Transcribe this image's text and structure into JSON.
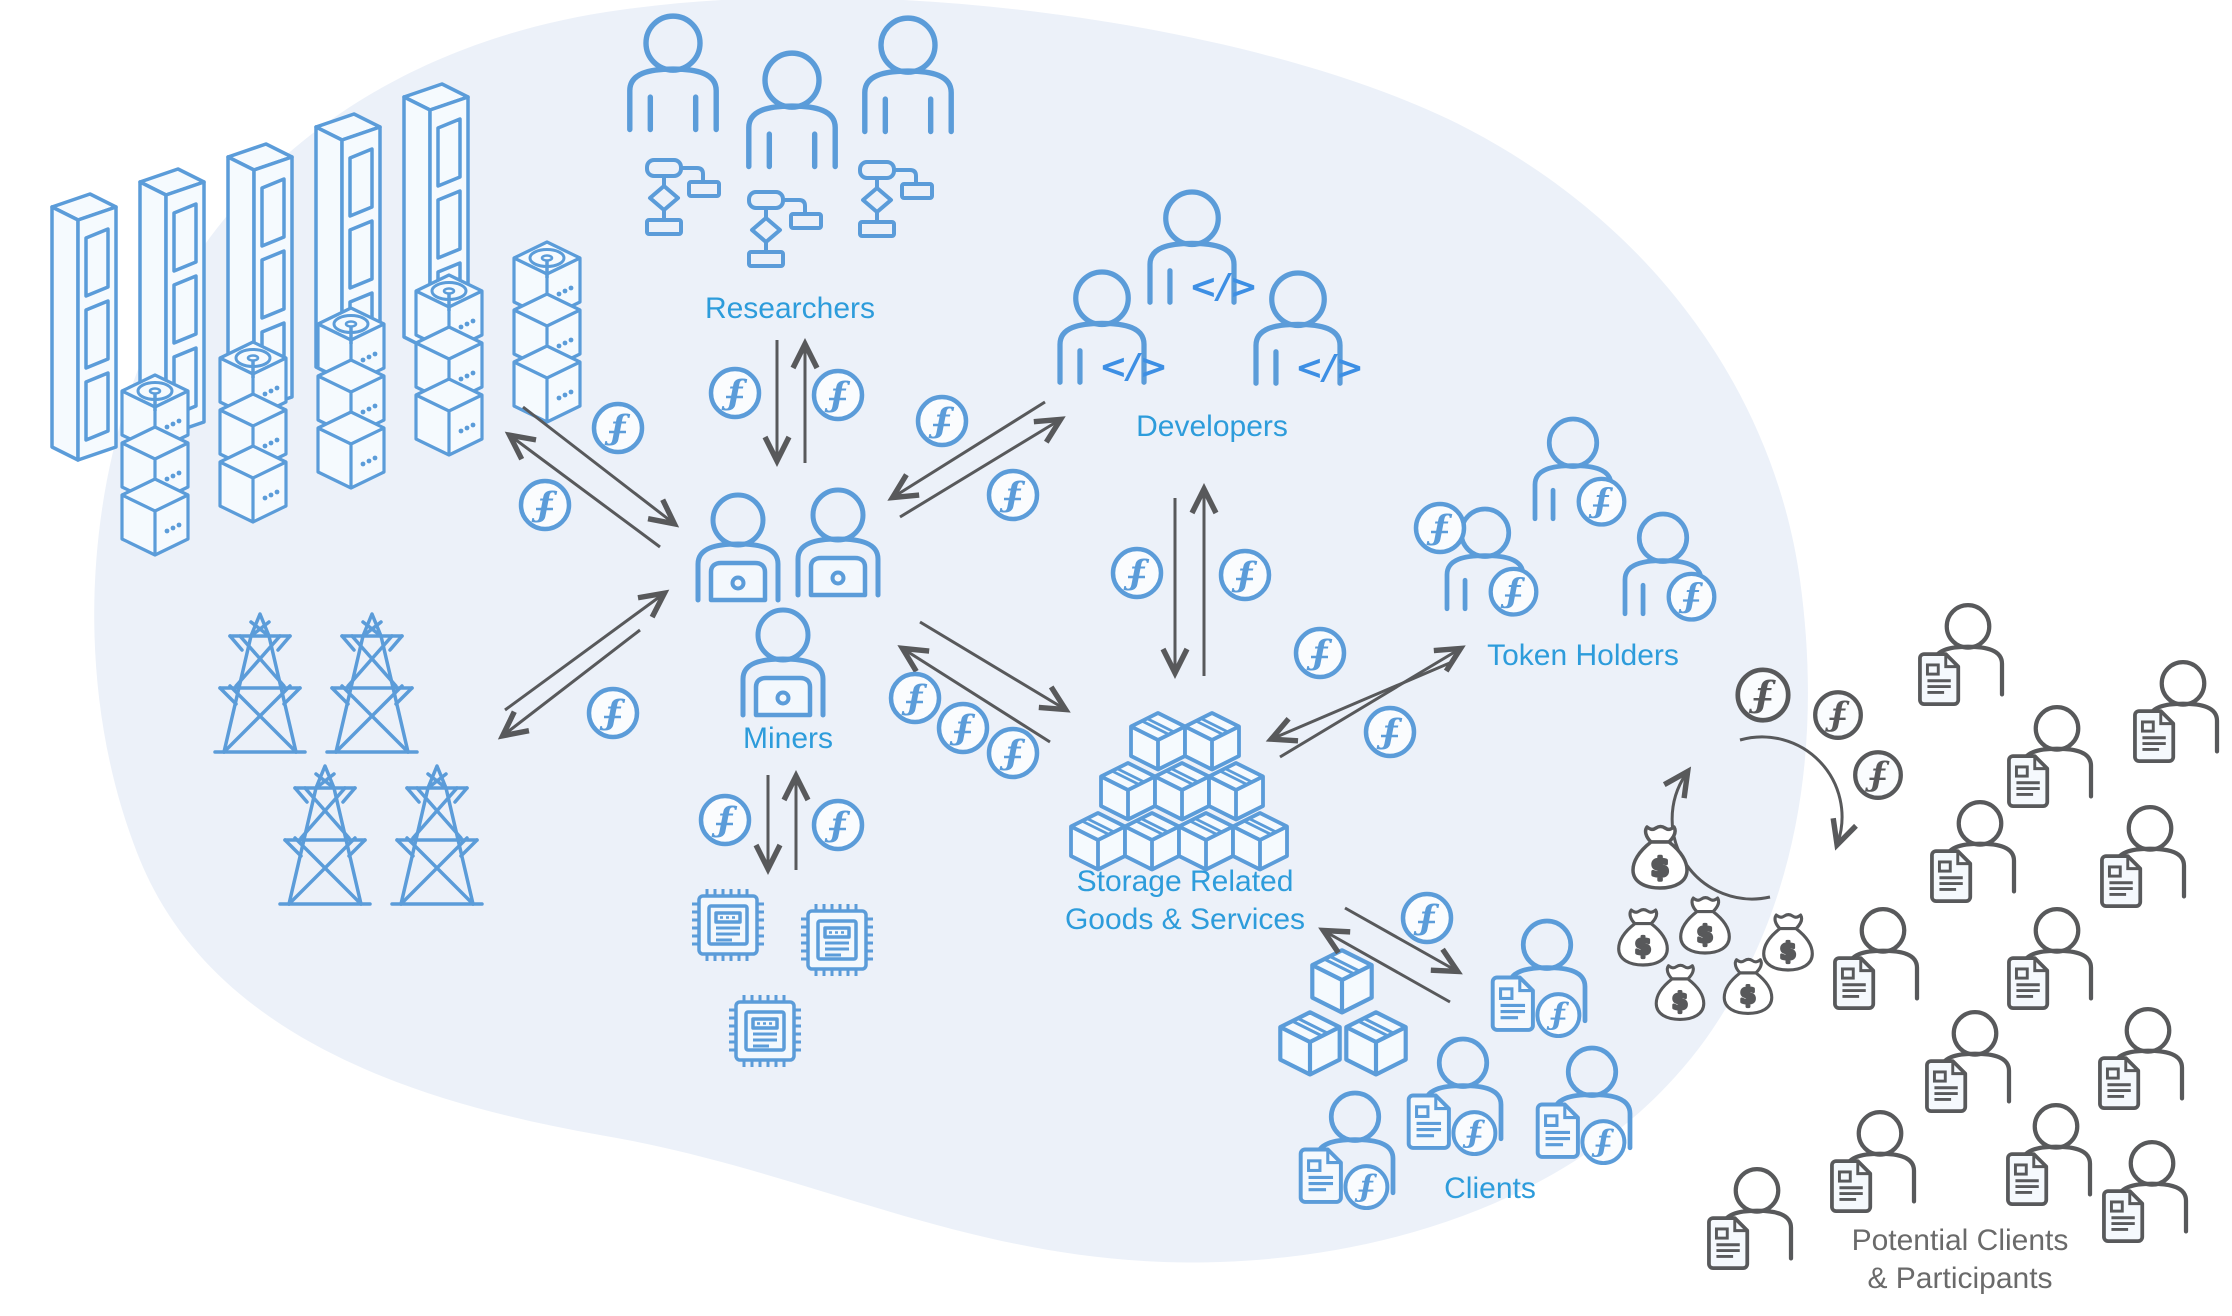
{
  "diagram_type": "token-economy-network",
  "colors": {
    "icon_blue": "#5B9CD9",
    "accent_blue": "#3D8FE4",
    "label_blue": "#2D9CDB",
    "icon_gray": "#58595B",
    "label_gray": "#6A6A6A",
    "background_blob": "#ECF1F9",
    "background": "#FFFFFF"
  },
  "icons": {
    "filecoin_glyph": "ƒ",
    "dollar_glyph": "$",
    "code_glyph": "</>"
  },
  "nodes": {
    "storage_hardware": {
      "label": "",
      "racks": 5,
      "drive_stacks": 5,
      "drives_per_stack": 3
    },
    "researchers": {
      "label": "Researchers",
      "members": 3,
      "member_icon": "person-with-flowchart"
    },
    "developers": {
      "label": "Developers",
      "members": 3,
      "member_icon": "person-with-code"
    },
    "token_holders": {
      "label": "Token Holders",
      "members": 3,
      "member_icon": "person-with-filecoin"
    },
    "miners": {
      "label": "Miners",
      "members": 3,
      "member_icon": "person-with-laptop"
    },
    "power_grid": {
      "label": "",
      "towers": 4
    },
    "hardware_chips": {
      "label": "",
      "chips": 3
    },
    "storage_goods": {
      "label_line1": "Storage Related",
      "label_line2": "Goods & Services",
      "cubes": 9
    },
    "goods_sample": {
      "label": "",
      "cubes": 3
    },
    "clients": {
      "label": "Clients",
      "members": 4,
      "member_icon": "person-with-document-and-filecoin"
    },
    "potential_clients": {
      "label_line1": "Potential Clients",
      "label_line2": "& Participants",
      "members": 13,
      "member_icon": "person-with-document"
    },
    "exchange": {
      "label": "",
      "cycle_arrows": 2,
      "fil_coins": 3,
      "money_bags": 6
    }
  },
  "edges": [
    {
      "from": "storage_hardware",
      "to": "miners",
      "type": "bidirectional",
      "fil_coins": 2
    },
    {
      "from": "researchers",
      "to": "miners",
      "type": "bidirectional",
      "fil_coins": 2
    },
    {
      "from": "developers",
      "to": "miners",
      "type": "bidirectional",
      "fil_coins": 2
    },
    {
      "from": "developers",
      "to": "storage_goods",
      "type": "bidirectional",
      "fil_coins": 2
    },
    {
      "from": "storage_goods",
      "to": "token_holders",
      "type": "bidirectional",
      "fil_coins": 3
    },
    {
      "from": "power_grid",
      "to": "miners",
      "type": "bidirectional",
      "fil_coins": 1
    },
    {
      "from": "hardware_chips",
      "to": "miners",
      "type": "bidirectional",
      "fil_coins": 2
    },
    {
      "from": "miners",
      "to": "storage_goods",
      "type": "bidirectional",
      "fil_coins": 3
    },
    {
      "from": "storage_goods",
      "to": "clients",
      "type": "bidirectional",
      "fil_coins": 1
    }
  ]
}
